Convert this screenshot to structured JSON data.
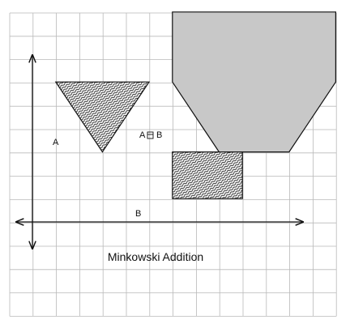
{
  "title": "Minkowski Addition",
  "labels": {
    "shape_a": "A",
    "shape_b": "B",
    "operator_left": "A",
    "operator_right": "B"
  },
  "colors": {
    "grid": "#b9b9b9",
    "axes": "#111111",
    "outline": "#111111",
    "sum_fill": "#c8c8c8",
    "hatch_fill": "#ffffff"
  },
  "grid": {
    "columns": 14,
    "rows": 13,
    "unit": 1
  },
  "shapes": {
    "triangle_a": {
      "vertices": [
        [
          1,
          6
        ],
        [
          5,
          6
        ],
        [
          3,
          3
        ]
      ]
    },
    "rectangle_b": {
      "vertices": [
        [
          6,
          1
        ],
        [
          9,
          1
        ],
        [
          9,
          3
        ],
        [
          6,
          3
        ]
      ]
    },
    "minkowski_sum": {
      "vertices": [
        [
          6,
          9
        ],
        [
          13,
          9
        ],
        [
          13,
          6
        ],
        [
          11,
          3
        ],
        [
          8,
          3
        ],
        [
          6,
          6
        ]
      ]
    }
  }
}
